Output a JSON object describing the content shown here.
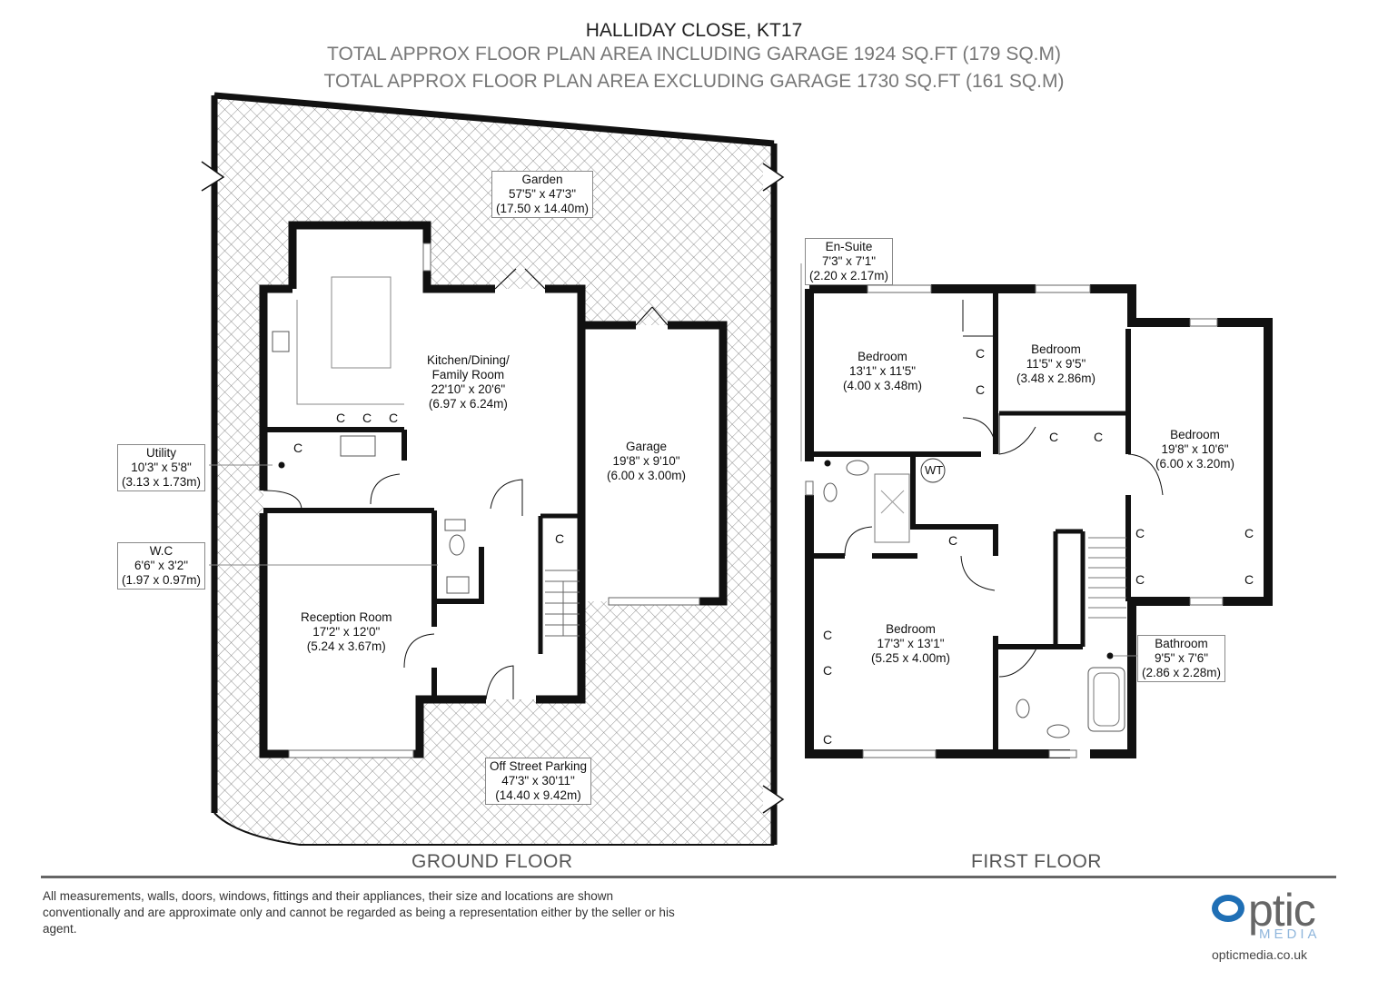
{
  "header": {
    "title": "HALLIDAY CLOSE, KT17",
    "area_including_garage": "TOTAL APPROX FLOOR PLAN AREA INCLUDING GARAGE 1924 SQ.FT (179 SQ.M)",
    "area_excluding_garage": "TOTAL APPROX FLOOR PLAN AREA EXCLUDING GARAGE 1730 SQ.FT (161 SQ.M)"
  },
  "ground_floor": {
    "label": "GROUND FLOOR",
    "rooms": {
      "garden": {
        "name": "Garden",
        "imperial": "57'5\" x 47'3\"",
        "metric": "(17.50 x 14.40m)"
      },
      "kitchen": {
        "name1": "Kitchen/Dining/",
        "name2": "Family Room",
        "imperial": "22'10\" x 20'6\"",
        "metric": "(6.97 x 6.24m)"
      },
      "garage": {
        "name": "Garage",
        "imperial": "19'8\" x 9'10\"",
        "metric": "(6.00 x 3.00m)"
      },
      "utility": {
        "name": "Utility",
        "imperial": "10'3\" x 5'8\"",
        "metric": "(3.13 x 1.73m)"
      },
      "wc": {
        "name": "W.C",
        "imperial": "6'6\" x 3'2\"",
        "metric": "(1.97 x 0.97m)"
      },
      "reception": {
        "name": "Reception Room",
        "imperial": "17'2\" x 12'0\"",
        "metric": "(5.24 x 3.67m)"
      },
      "parking": {
        "name": "Off Street Parking",
        "imperial": "47'3\" x 30'11\"",
        "metric": "(14.40 x 9.42m)"
      }
    },
    "cupboard_label": "C"
  },
  "first_floor": {
    "label": "FIRST FLOOR",
    "rooms": {
      "ensuite": {
        "name": "En-Suite",
        "imperial": "7'3\" x 7'1\"",
        "metric": "(2.20 x 2.17m)"
      },
      "bedroom1": {
        "name": "Bedroom",
        "imperial": "13'1\" x 11'5\"",
        "metric": "(4.00 x 3.48m)"
      },
      "bedroom2": {
        "name": "Bedroom",
        "imperial": "11'5\" x 9'5\"",
        "metric": "(3.48 x 2.86m)"
      },
      "bedroom3": {
        "name": "Bedroom",
        "imperial": "19'8\" x 10'6\"",
        "metric": "(6.00 x 3.20m)"
      },
      "bedroom4": {
        "name": "Bedroom",
        "imperial": "17'3\" x 13'1\"",
        "metric": "(5.25 x 4.00m)"
      },
      "bathroom": {
        "name": "Bathroom",
        "imperial": "9'5\" x 7'6\"",
        "metric": "(2.86 x 2.28m)"
      }
    },
    "water_tank_label": "WT",
    "cupboard_label": "C"
  },
  "footer": {
    "disclaimer": "All measurements, walls, doors, windows, fittings and their appliances, their size and locations are shown conventionally and are approximate only and cannot be regarded as being a representation either by the seller or his agent.",
    "logo": {
      "text_optic": "ptic",
      "text_media": "MEDIA",
      "url": "opticmedia.co.uk",
      "brand_blue": "#1f6fb5",
      "brand_grey": "#666666"
    }
  }
}
